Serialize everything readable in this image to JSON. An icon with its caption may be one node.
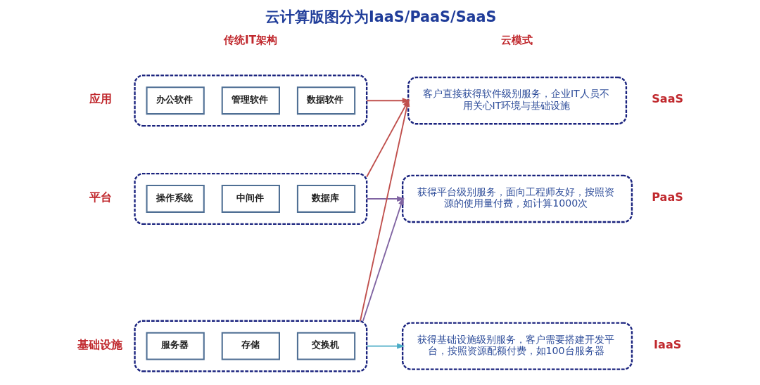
{
  "diagram": {
    "title": "云计算版图分为IaaS/PaaS/SaaS",
    "nodes": [
      {
        "text": [],
        "shape": "box",
        "beside": [
          "应用"
        ]
      },
      {
        "text": [
          "办公软件"
        ],
        "in": 0
      },
      {
        "text": [
          "管理软件"
        ],
        "in": 0
      },
      {
        "text": [
          "数据软件"
        ],
        "in": 0
      },
      {
        "text": [
          "客户直接获得软件级别服务，企业IT人员不用关心IT环境与基础设施"
        ],
        "beside": [
          "SaaS"
        ]
      },
      {
        "text": [],
        "shape": "box",
        "beside": [
          "平台"
        ]
      },
      {
        "text": [
          "操作系统"
        ],
        "in": 5
      },
      {
        "text": [
          "中间件"
        ],
        "in": 5
      },
      {
        "text": [
          "数据库"
        ],
        "in": 5
      },
      {
        "text": [
          "获得平台级别服务，面向工程师友好，按照资源的使用量付费，如计算1000次"
        ],
        "beside": [
          "PaaS"
        ]
      },
      {
        "text": [],
        "shape": "box",
        "beside": [
          "基础设施"
        ]
      },
      {
        "text": [
          "服务器"
        ],
        "in": 10
      },
      {
        "text": [
          "存储"
        ],
        "in": 10
      },
      {
        "text": [
          "交换机"
        ],
        "in": 10
      },
      {
        "text": [
          "获得基础设施级别服务，客户需要搭建开发平台，按照资源配额付费，如100台服务器"
        ],
        "beside": [
          "IaaS"
        ]
      }
    ],
    "edges": [
      {
        "from": 0,
        "to": 4,
        "arrow": "to"
      },
      {
        "from": 5,
        "to": 4,
        "arrow": "to"
      },
      {
        "from": 5,
        "to": 9,
        "arrow": "to",
        "color": "#8064a2"
      },
      {
        "from": 10,
        "to": 4,
        "arrow": "to"
      },
      {
        "from": 10,
        "to": 9,
        "arrow": "to",
        "color": "#8064a2"
      },
      {
        "from": 10,
        "to": 14,
        "arrow": "to",
        "color": "#4bacc6"
      }
    ],
    "labels": [
      "传统IT架构",
      "云模式"
    ]
  }
}
